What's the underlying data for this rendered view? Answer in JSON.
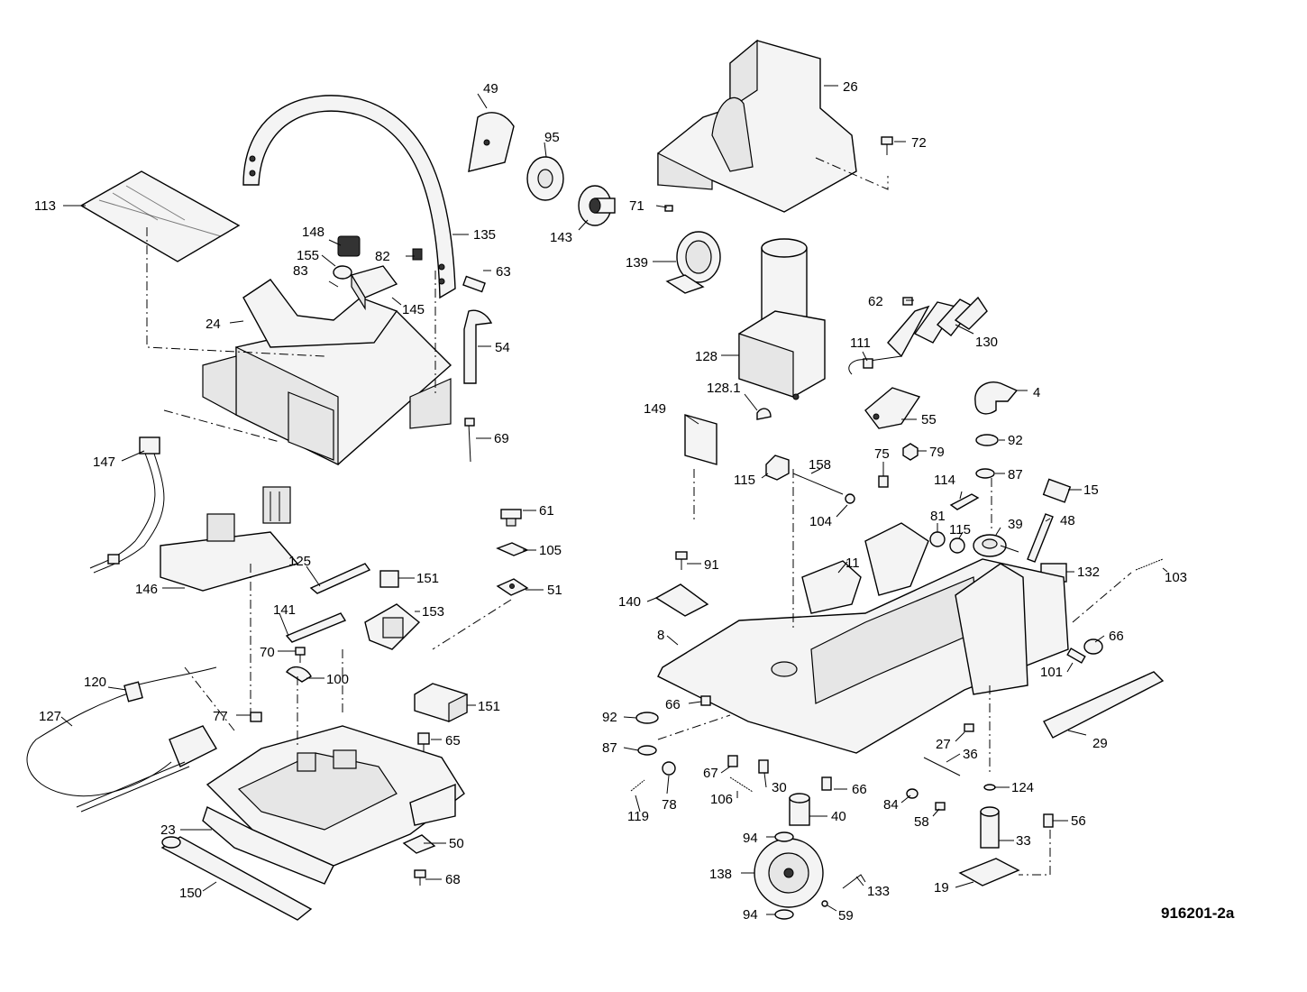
{
  "drawing_number": "916201-2a",
  "labels": {
    "p4": "4",
    "p8": "8",
    "p11": "11",
    "p15": "15",
    "p19": "19",
    "p23": "23",
    "p24": "24",
    "p26": "26",
    "p27": "27",
    "p29": "29",
    "p30": "30",
    "p33": "33",
    "p36": "36",
    "p39": "39",
    "p40": "40",
    "p48": "48",
    "p49": "49",
    "p50": "50",
    "p51": "51",
    "p54": "54",
    "p55": "55",
    "p56": "56",
    "p58": "58",
    "p59": "59",
    "p61": "61",
    "p62": "62",
    "p63": "63",
    "p65": "65",
    "p66a": "66",
    "p66b": "66",
    "p66c": "66",
    "p67": "67",
    "p68": "68",
    "p69": "69",
    "p70": "70",
    "p71": "71",
    "p72": "72",
    "p75": "75",
    "p77": "77",
    "p78": "78",
    "p79": "79",
    "p81": "81",
    "p82": "82",
    "p83": "83",
    "p84": "84",
    "p87a": "87",
    "p87b": "87",
    "p91": "91",
    "p92a": "92",
    "p92b": "92",
    "p94a": "94",
    "p94b": "94",
    "p95": "95",
    "p100": "100",
    "p101": "101",
    "p103": "103",
    "p104": "104",
    "p105": "105",
    "p106": "106",
    "p111": "111",
    "p113": "113",
    "p114": "114",
    "p115a": "115",
    "p115b": "115",
    "p119": "119",
    "p120": "120",
    "p124": "124",
    "p125": "125",
    "p127": "127",
    "p128": "128",
    "p128_1": "128.1",
    "p130": "130",
    "p132": "132",
    "p133": "133",
    "p135": "135",
    "p138": "138",
    "p139": "139",
    "p140": "140",
    "p141": "141",
    "p143": "143",
    "p145": "145",
    "p146": "146",
    "p147": "147",
    "p148": "148",
    "p149": "149",
    "p150": "150",
    "p151a": "151",
    "p151b": "151",
    "p153": "153",
    "p155": "155",
    "p158": "158"
  }
}
